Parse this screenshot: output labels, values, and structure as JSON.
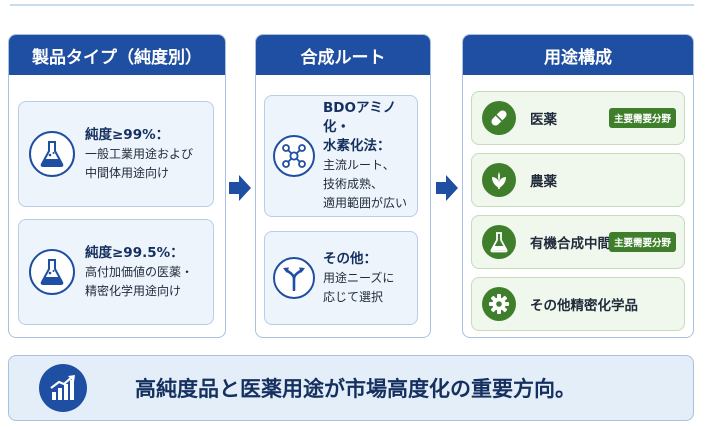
{
  "panels": {
    "purity": {
      "title": "製品タイプ（純度別）",
      "cards": [
        {
          "title": "純度≥99%：",
          "lines": [
            "一般工業用途および",
            "中間体用途向け"
          ],
          "icon": "flask-icon"
        },
        {
          "title": "純度≥99.5%：",
          "lines": [
            "高付加価値の医薬・",
            "精密化学用途向け"
          ],
          "icon": "flask-icon"
        }
      ]
    },
    "route": {
      "title": "合成ルート",
      "cards": [
        {
          "title_lines": [
            "BDOアミノ化・",
            "水素化法："
          ],
          "lines": [
            "主流ルート、",
            "技術成熟、",
            "適用範囲が広い"
          ],
          "icon": "molecule-icon"
        },
        {
          "title_lines": [
            "その他："
          ],
          "lines": [
            "用途ニーズに",
            "応じて選択"
          ],
          "icon": "fork-arrow-icon"
        }
      ]
    },
    "uses": {
      "title": "用途構成",
      "items": [
        {
          "label": "医薬",
          "badge": "主要需要分野",
          "icon": "pill-icon"
        },
        {
          "label": "農薬",
          "badge": "",
          "icon": "leaf-icon"
        },
        {
          "label": "有機合成中間体",
          "badge": "主要需要分野",
          "icon": "flask-icon"
        },
        {
          "label": "その他精密化学品",
          "badge": "",
          "icon": "gear-icon"
        }
      ]
    }
  },
  "banner": {
    "text": "高純度品と医薬用途が市場高度化の重要方向。",
    "icon": "growth-chart-icon"
  },
  "colors": {
    "primary": "#1f4fa2",
    "green": "#3f7f2c",
    "card_bg": "#eef4fb",
    "use_bg": "#f0f7ec"
  }
}
